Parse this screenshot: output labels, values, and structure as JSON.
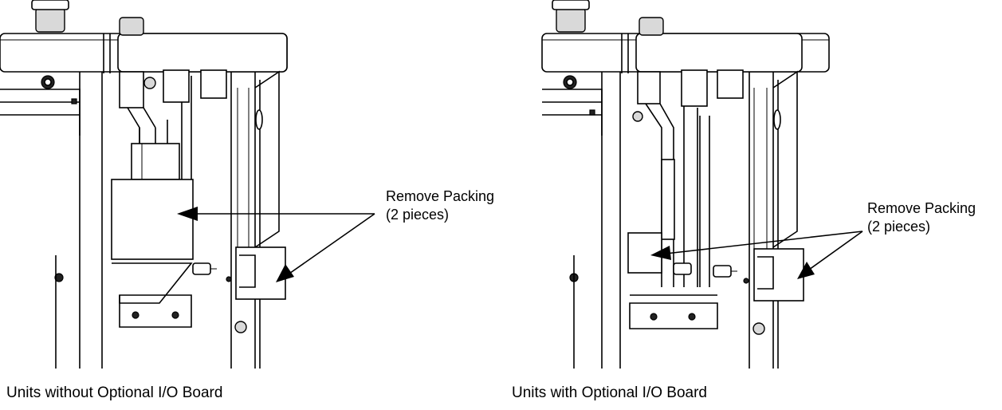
{
  "left": {
    "callout_line1": "Remove Packing",
    "callout_line2": "(2 pieces)",
    "caption": "Units without Optional I/O Board"
  },
  "right": {
    "callout_line1": "Remove Packing",
    "callout_line2": "(2 pieces)",
    "caption": "Units with Optional I/O Board"
  }
}
